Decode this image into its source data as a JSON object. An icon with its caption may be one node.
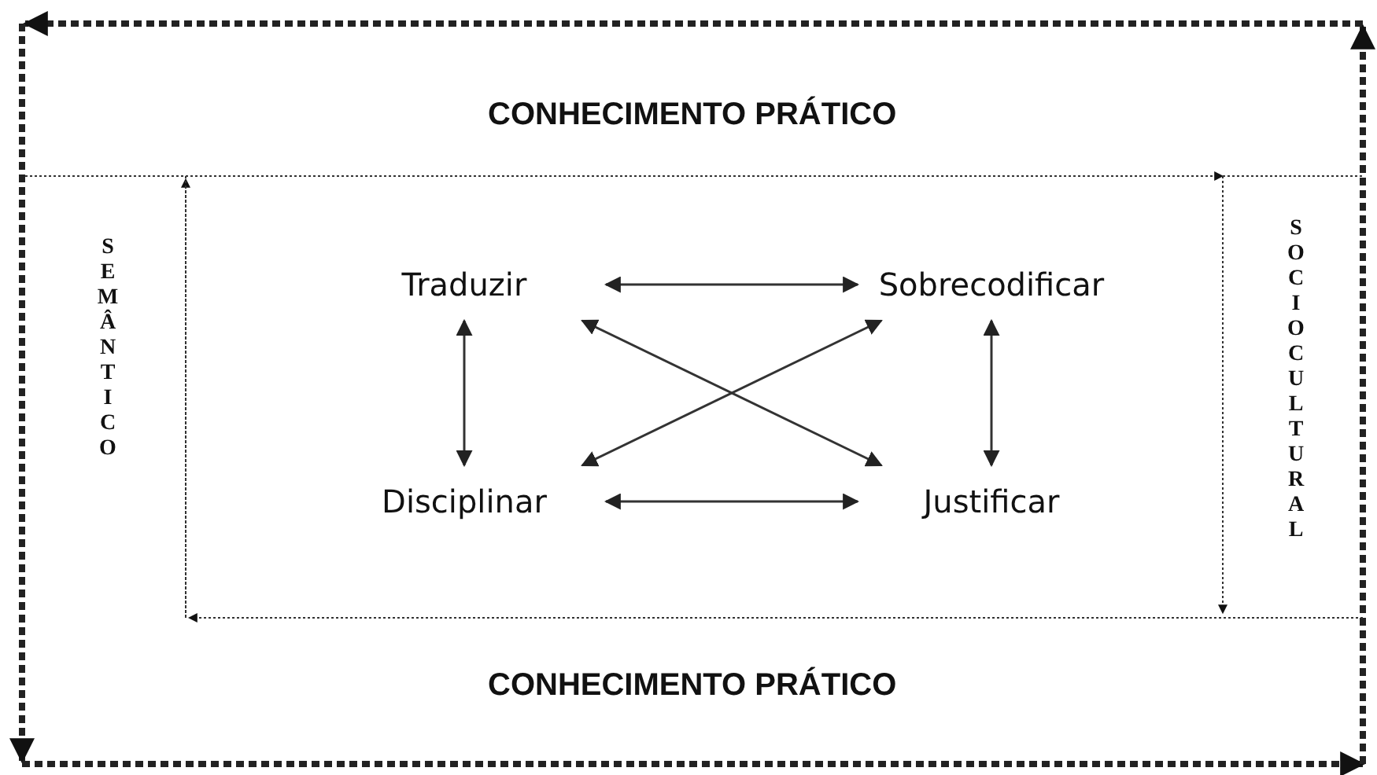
{
  "diagram": {
    "nodes": [
      {
        "text": [
          "Traduzir"
        ]
      },
      {
        "text": [
          "Sobrecodificar"
        ]
      },
      {
        "text": [
          "Disciplinar"
        ]
      },
      {
        "text": [
          "Justificar"
        ]
      }
    ],
    "edges": [
      {
        "from": 0,
        "to": 1,
        "arrow": "both"
      },
      {
        "from": 0,
        "to": 2,
        "arrow": "both"
      },
      {
        "from": 1,
        "to": 3,
        "arrow": "both"
      },
      {
        "from": 2,
        "to": 3,
        "arrow": "both"
      },
      {
        "from": 0,
        "to": 3,
        "arrow": "both"
      },
      {
        "from": 1,
        "to": 2,
        "arrow": "both"
      }
    ],
    "labels": [
      "CONHECIMENTO PRÁTICO",
      "SEMÂNTICO",
      "SOCIOCULTURAL",
      "CONHECIMENTO PRÁTICO"
    ]
  }
}
